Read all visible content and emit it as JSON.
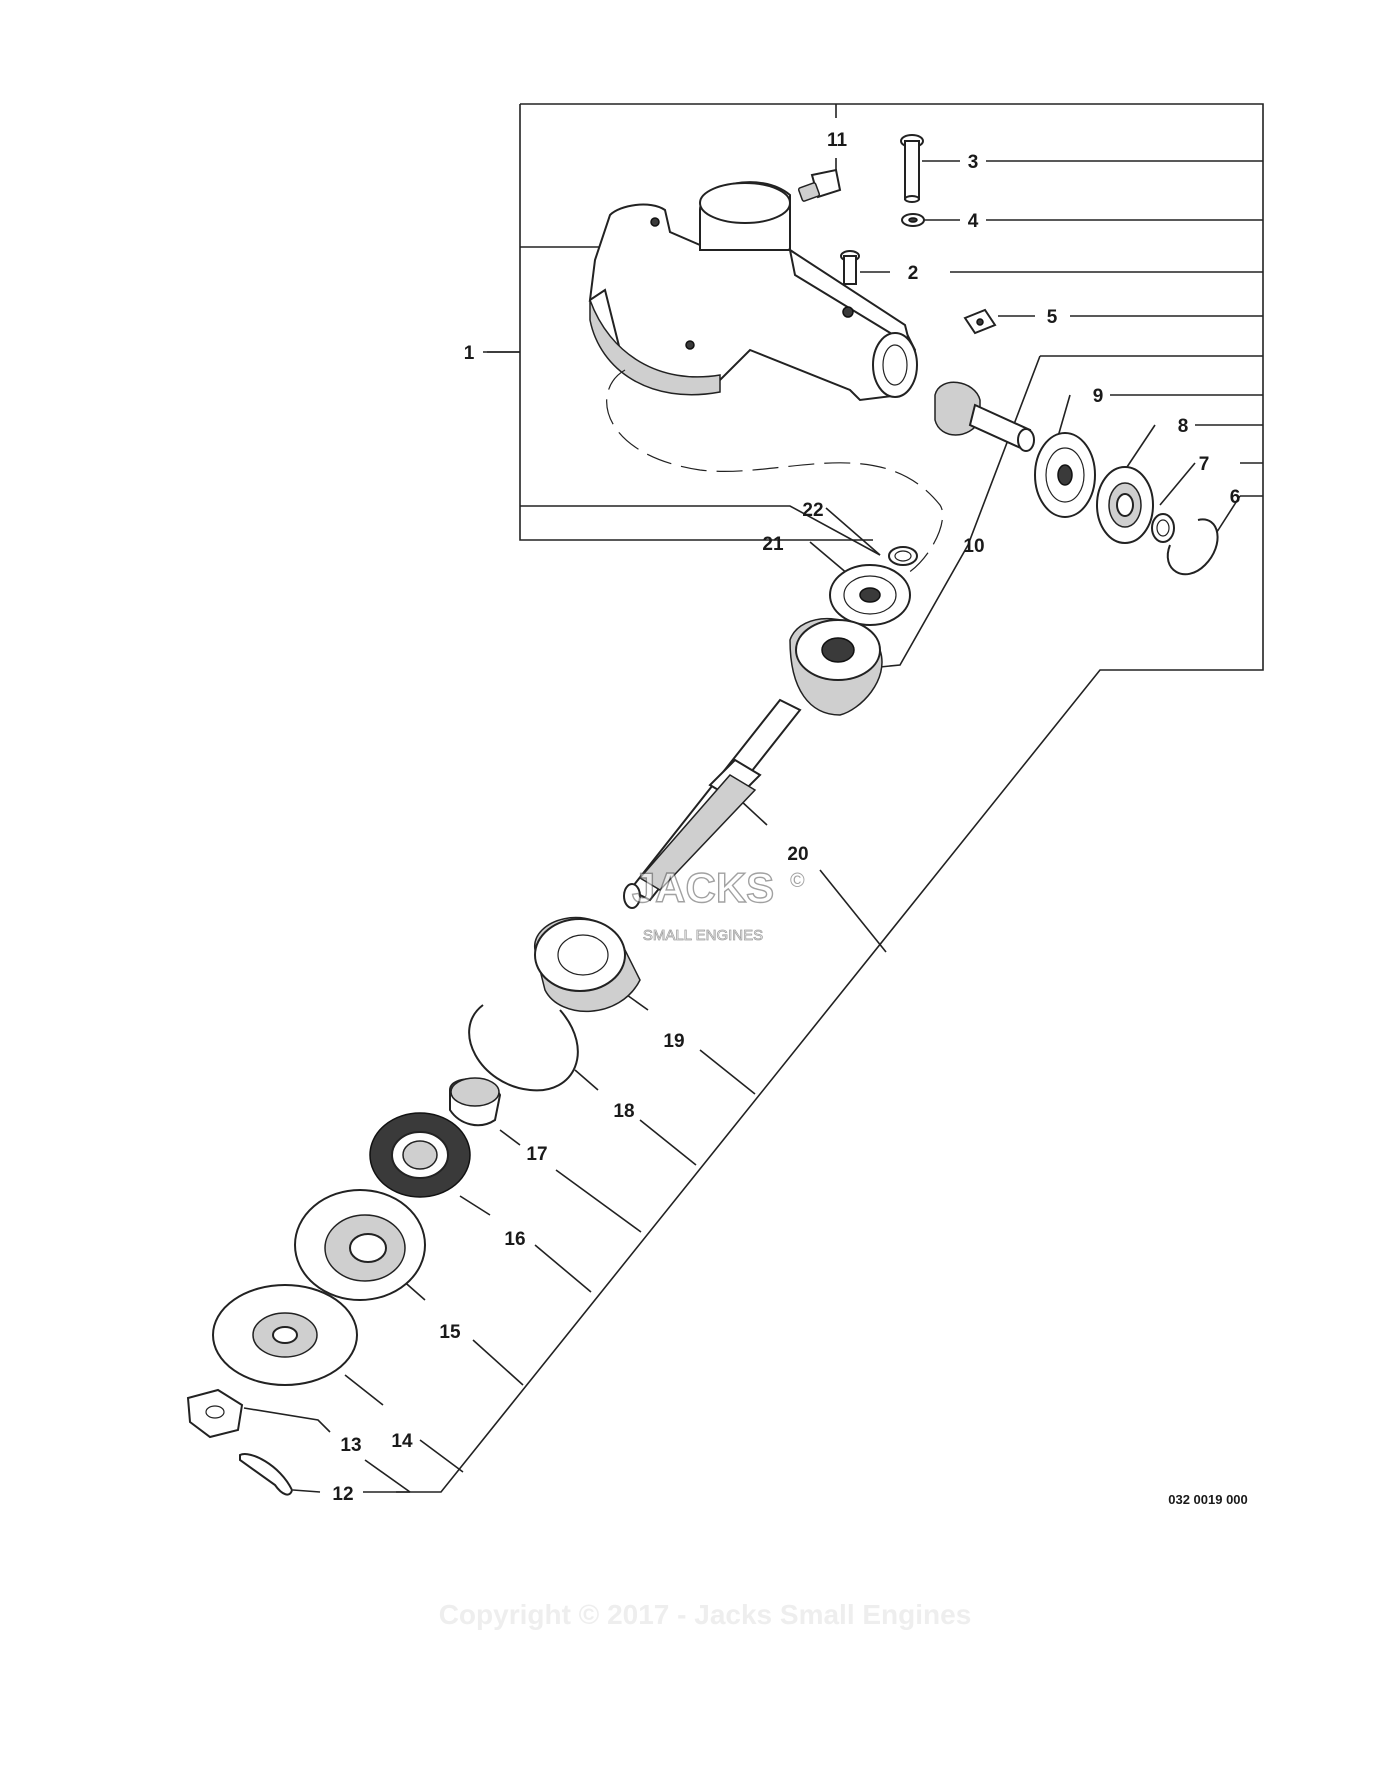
{
  "diagram": {
    "drawing_number": "032 0019 000",
    "copyright": "Copyright © 2017 - Jacks Small Engines",
    "watermark": {
      "brand": "JACKS",
      "tagline": "SMALL ENGINES",
      "symbol": "©"
    },
    "callouts": [
      "1",
      "2",
      "3",
      "4",
      "5",
      "6",
      "7",
      "8",
      "9",
      "10",
      "11",
      "12",
      "13",
      "14",
      "15",
      "16",
      "17",
      "18",
      "19",
      "20",
      "21",
      "22"
    ]
  }
}
